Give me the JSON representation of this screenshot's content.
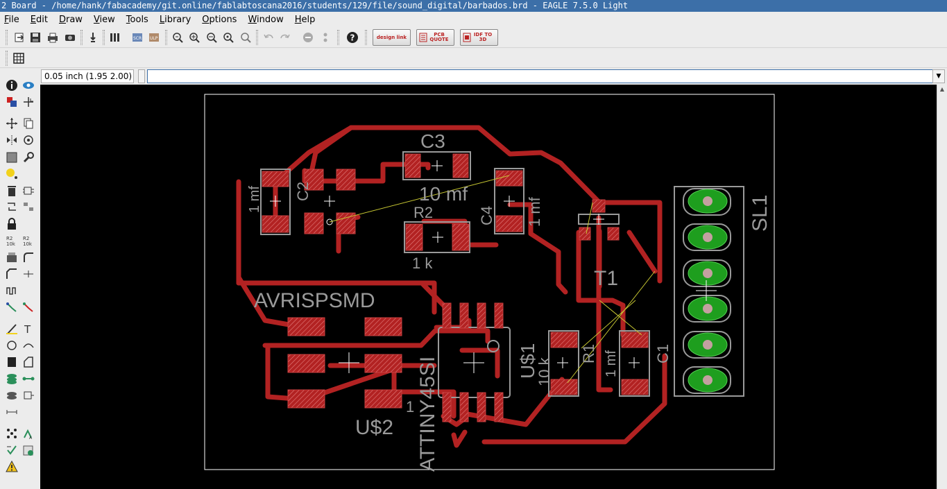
{
  "window": {
    "title": "2 Board - /home/hank/fabacademy/git.online/fablabtoscana2016/students/129/file/sound_digital/barbados.brd - EAGLE 7.5.0 Light"
  },
  "menu": [
    {
      "label": "File"
    },
    {
      "label": "Edit"
    },
    {
      "label": "Draw"
    },
    {
      "label": "View"
    },
    {
      "label": "Tools"
    },
    {
      "label": "Library"
    },
    {
      "label": "Options"
    },
    {
      "label": "Window"
    },
    {
      "label": "Help"
    }
  ],
  "toolbar": {
    "design_link_label": "design link",
    "pcb_quote_label": "PCB QUOTE",
    "idf_label": "IDF TO 3D"
  },
  "command": {
    "coordinate": "0.05 inch (1.95 2.00)",
    "input_value": ""
  },
  "board": {
    "labels": {
      "c3": "C3",
      "c3_value": "10 mf",
      "c2": "C2",
      "c2_value": "1 mf",
      "c4": "C4",
      "c4_value": "1 mf",
      "r2": "R2",
      "r2_value": "1 k",
      "avrispsmd": "AVRISPSMD",
      "us2": "U$2",
      "us1": "U$1",
      "attiny": "ATTINY45SI",
      "r1": "R1",
      "r1_value": "10 k",
      "c1": "C1",
      "c1_value": "1 mf",
      "t1": "T1",
      "sl1": "SL1",
      "pin1": "1"
    },
    "colors": {
      "background": "#000000",
      "trace": "#b22222",
      "pad": "#c83c3c",
      "silk": "#9a9a9a",
      "via": "#1e9e1e",
      "airwire": "#c8c832"
    }
  }
}
